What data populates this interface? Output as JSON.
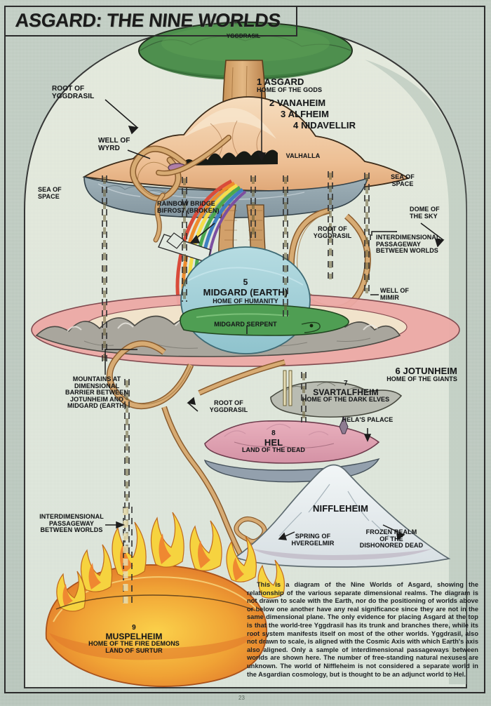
{
  "page": {
    "title": "ASGARD: THE NINE WORLDS",
    "page_number": "23"
  },
  "colors": {
    "paper": "#bdcbc0",
    "ink": "#1b1b1b",
    "canopy_green": "#4e8f4e",
    "trunk_tan": "#d9a873",
    "asgard_peach": "#f3cfa8",
    "asgard_underside": "#93a4ad",
    "midgard_blue": "#a8cfd6",
    "midgard_disc_pink": "#edaaa9",
    "hel_pink": "#e3a7b8",
    "svartalfheim_gray": "#b9bcb2",
    "niffleheim_white": "#e9eef0",
    "muspelheim_orange": "#f0a83c",
    "flame_yellow": "#f6de52",
    "serpent_green": "#4f9e53",
    "rainbow": [
      "#d94b3a",
      "#ef8b2c",
      "#f5dd4a",
      "#4aa84f",
      "#3f7fc1",
      "#7c4fa0"
    ]
  },
  "labels": {
    "yggdrasil_top": "YGGDRASIL",
    "root_of_yggdrasil_1": "ROOT OF\nYGGDRASIL",
    "root_of_yggdrasil_1_l1": "ROOT OF",
    "root_of_yggdrasil_1_l2": "YGGDRASIL",
    "well_of_wyrd_l1": "WELL OF",
    "well_of_wyrd_l2": "WYRD",
    "sea_of_space_left_l1": "SEA OF",
    "sea_of_space_left_l2": "SPACE",
    "sea_of_space_right_l1": "SEA OF",
    "sea_of_space_right_l2": "SPACE",
    "dome_of_the_sky_l1": "DOME OF",
    "dome_of_the_sky_l2": "THE SKY",
    "rainbow_bridge_l1": "RAINBOW BRIDGE",
    "rainbow_bridge_l2": "BIFROST (BROKEN)",
    "root_of_yggdrasil_2_l1": "ROOT OF",
    "root_of_yggdrasil_2_l2": "YGGDRASIL",
    "root_of_yggdrasil_3_l1": "ROOT OF",
    "root_of_yggdrasil_3_l2": "YGGDRASIL",
    "interdimensional_right_l1": "INTERDIMENSIONAL",
    "interdimensional_right_l2": "PASSAGEWAY",
    "interdimensional_right_l3": "BETWEEN WORLDS",
    "interdimensional_left_l1": "INTERDIMENSIONAL",
    "interdimensional_left_l2": "PASSAGEWAY",
    "interdimensional_left_l3": "BETWEEN WORLDS",
    "well_of_mimir_l1": "WELL OF",
    "well_of_mimir_l2": "MIMIR",
    "valhalla": "VALHALLA",
    "midgard_serpent": "MIDGARD  SERPENT",
    "mountains_barrier_l1": "MOUNTAINS AT",
    "mountains_barrier_l2": "DIMENSIONAL",
    "mountains_barrier_l3": "BARRIER BETWEEN",
    "mountains_barrier_l4": "JOTUNHEIM AND",
    "mountains_barrier_l5": "MIDGARD (EARTH)",
    "helas_palace": "HELA'S PALACE",
    "niffleheim": "NIFFLEHEIM",
    "spring_of_hvergelmir_l1": "SPRING OF",
    "spring_of_hvergelmir_l2": "HVERGELMIR",
    "frozen_realm_l1": "FROZEN REALM",
    "frozen_realm_l2": "OF THE",
    "frozen_realm_l3": "DISHONORED DEAD"
  },
  "worlds": [
    {
      "number": "1",
      "name": "ASGARD",
      "subtitle": "HOME OF THE GODS"
    },
    {
      "number": "2",
      "name": "VANAHEIM",
      "subtitle": ""
    },
    {
      "number": "3",
      "name": "ALFHEIM",
      "subtitle": ""
    },
    {
      "number": "4",
      "name": "NIDAVELLIR",
      "subtitle": ""
    },
    {
      "number": "5",
      "name": "MIDGARD (EARTH)",
      "subtitle": "HOME OF HUMANITY"
    },
    {
      "number": "6",
      "name": "JOTUNHEIM",
      "subtitle": "HOME OF THE GIANTS"
    },
    {
      "number": "7",
      "name": "SVARTALFHEIM",
      "subtitle": "HOME OF THE DARK ELVES"
    },
    {
      "number": "8",
      "name": "HEL",
      "subtitle": "LAND OF THE DEAD"
    },
    {
      "number": "9",
      "name": "MUSPELHEIM",
      "subtitle": "HOME OF THE FIRE DEMONS",
      "subtitle2": "LAND OF SURTUR"
    }
  ],
  "caption": {
    "text": "This is a diagram of the Nine Worlds of Asgard, showing the relationship of the various separate dimensional realms. The diagram is not drawn to scale with the Earth, nor do the positioning of worlds above or below one another have any real significance since they are not in the same dimensional plane. The only evidence for placing Asgard at the top is that the world-tree Yggdrasil has its trunk and branches there, while its root system manifests itself on most of the other worlds. Yggdrasil, also not drawn to scale, is aligned with the Cosmic Axis with which Earth's axis also aligned. Only a sample of interdimensional passageways between worlds are shown here. The number of free-standing natural nexuses are unknown. The world of Niffleheim is not considered a separate world in the Asgardian cosmology, but is thought to be an adjunct world to Hel."
  }
}
